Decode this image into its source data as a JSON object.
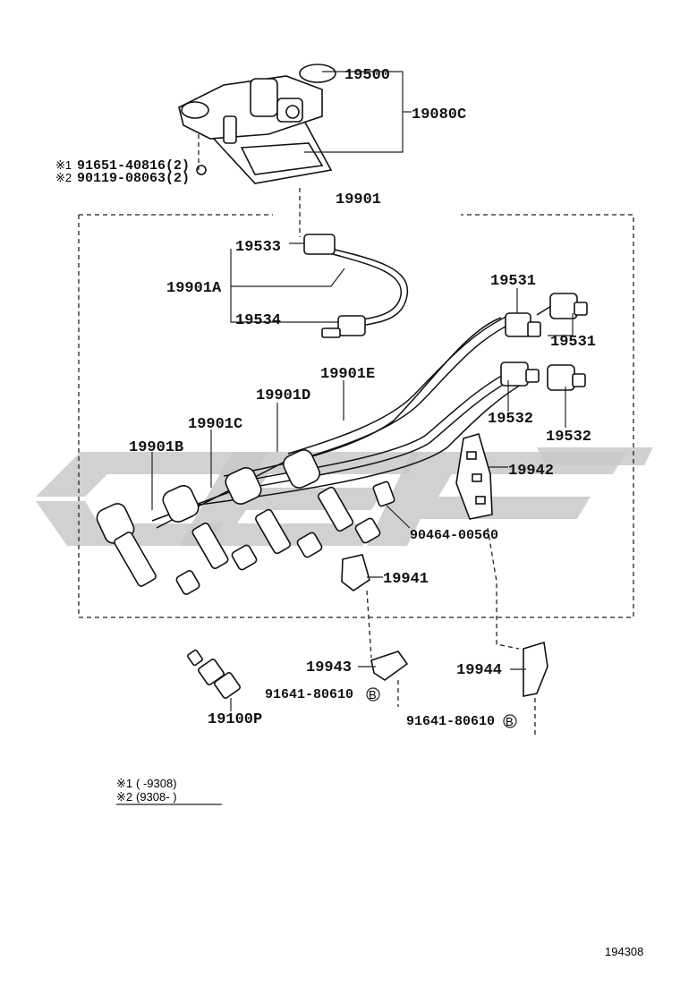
{
  "parts": {
    "p19500": "19500",
    "p19080c": "19080C",
    "p91651": "91651-40816(2)",
    "p90119": "90119-08063(2)",
    "note1_mark": "※1",
    "note2_mark": "※2",
    "p19901": "19901",
    "p19533": "19533",
    "p19901a": "19901A",
    "p19534": "19534",
    "p19531_top": "19531",
    "p19531_right": "19531",
    "p19901e": "19901E",
    "p19901d": "19901D",
    "p19901c": "19901C",
    "p19901b": "19901B",
    "p19532_left": "19532",
    "p19532_right": "19532",
    "p19942": "19942",
    "p90464": "90464-00560",
    "p19941": "19941",
    "p19943": "19943",
    "p91641_a": "91641-80610",
    "p19944": "19944",
    "p91641_b": "91641-80610",
    "p19100p": "19100P",
    "circle_b": "B"
  },
  "legend": {
    "row1_mark": "※1",
    "row1_text": "(     -9308)",
    "row2_mark": "※2",
    "row2_text": "(9308-        )"
  },
  "footer": {
    "figure_number": "194308"
  },
  "colors": {
    "ink": "#111111",
    "watermark": "#c9c9c9"
  }
}
